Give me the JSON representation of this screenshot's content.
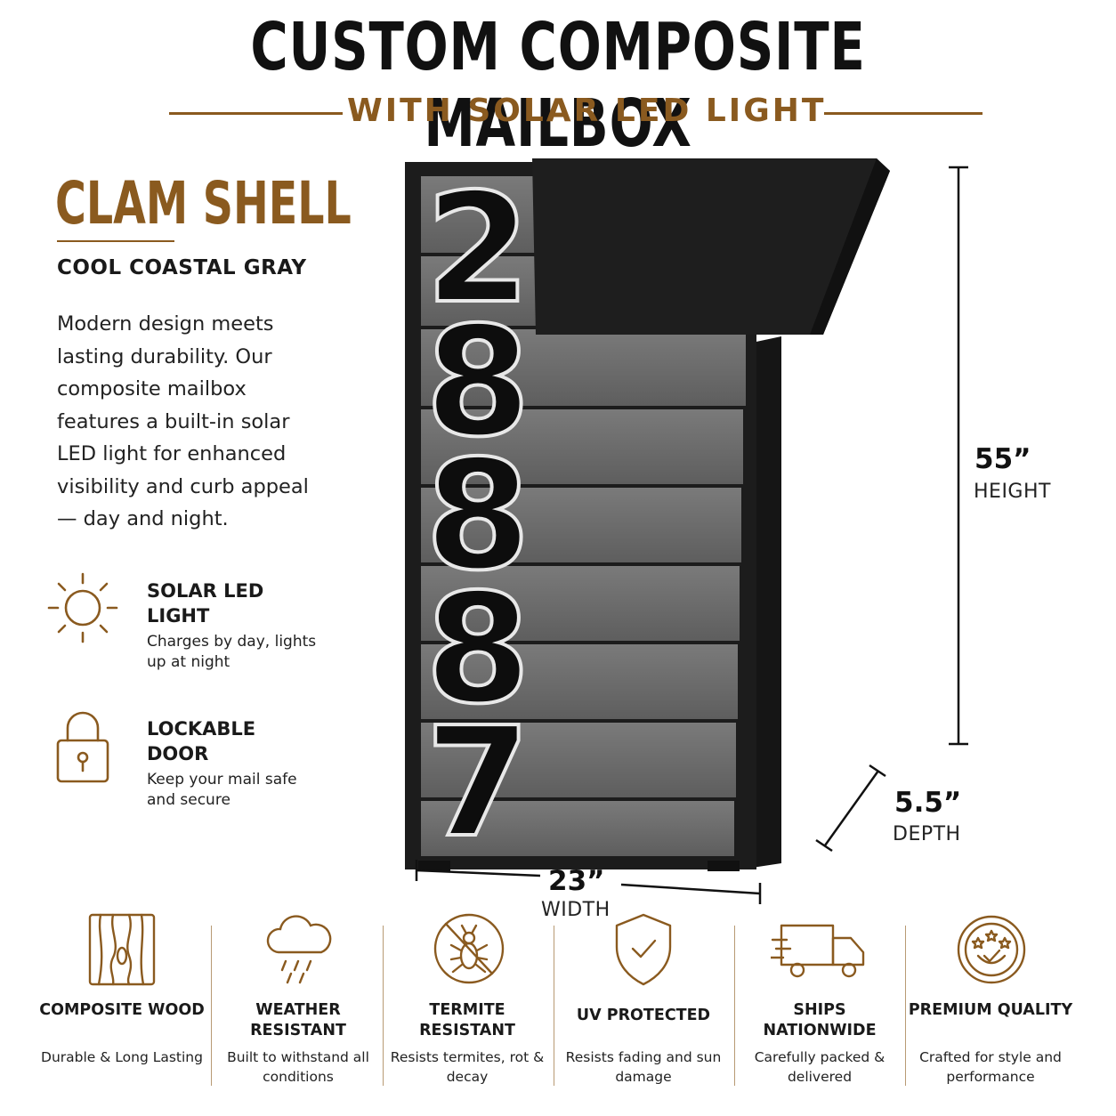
{
  "header": {
    "title": "CUSTOM COMPOSITE MAILBOX",
    "subtitle": "WITH SOLAR LED LIGHT"
  },
  "product": {
    "model": "CLAM SHELL",
    "color": "COOL COASTAL GRAY",
    "description": "Modern design meets lasting durability. Our composite mailbox features a built-in solar LED light for enhanced visibility and curb appeal — day and night.",
    "house_number": [
      "2",
      "8",
      "8",
      "8",
      "7"
    ]
  },
  "features": [
    {
      "icon": "sun-icon",
      "title": "SOLAR LED LIGHT",
      "subtitle": "Charges by day, lights up at night"
    },
    {
      "icon": "padlock-icon",
      "title": "LOCKABLE DOOR",
      "subtitle": "Keep your mail safe and secure"
    }
  ],
  "dimensions": {
    "height": {
      "value": "55”",
      "label": "HEIGHT"
    },
    "depth": {
      "value": "5.5”",
      "label": "DEPTH"
    },
    "width": {
      "value": "23”",
      "label": "WIDTH"
    }
  },
  "badges": [
    {
      "icon": "wood-grain-icon",
      "title": "COMPOSITE WOOD",
      "subtitle": "Durable & Long Lasting"
    },
    {
      "icon": "rain-cloud-icon",
      "title": "WEATHER RESISTANT",
      "subtitle": "Built to withstand all conditions"
    },
    {
      "icon": "no-termite-icon",
      "title": "TERMITE RESISTANT",
      "subtitle": "Resists termites, rot & decay"
    },
    {
      "icon": "shield-check-icon",
      "title": "UV PROTECTED",
      "subtitle": "Resists fading and sun damage"
    },
    {
      "icon": "delivery-truck-icon",
      "title": "SHIPS NATIONWIDE",
      "subtitle": "Carefully packed & delivered"
    },
    {
      "icon": "quality-seal-icon",
      "title": "PREMIUM QUALITY",
      "subtitle": "Crafted for style and performance"
    }
  ],
  "colors": {
    "accent": "#8a5a1f",
    "frame": "#1c1c1c",
    "board": "#6b6b6b"
  }
}
